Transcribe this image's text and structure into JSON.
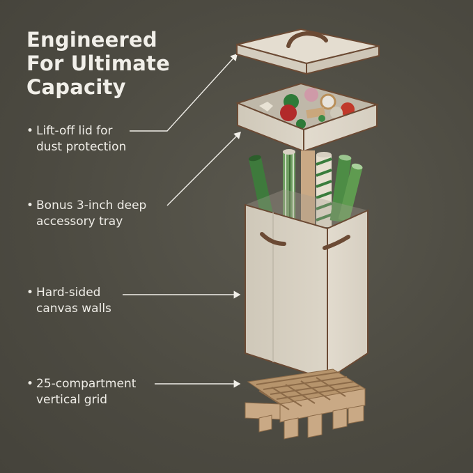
{
  "headline": {
    "line1": "Engineered",
    "line2": "For Ultimate",
    "line3": "Capacity"
  },
  "features": [
    {
      "line1": "Lift-off lid for",
      "line2": "dust protection"
    },
    {
      "line1": "Bonus 3-inch deep",
      "line2": "accessory tray"
    },
    {
      "line1": "Hard-sided",
      "line2": "canvas walls"
    },
    {
      "line1": "25-compartment",
      "line2": "vertical grid"
    }
  ],
  "bullet": "•",
  "colors": {
    "background": "#4e4c43",
    "canvas": "#ddd6c8",
    "trim": "#6b4a34",
    "text": "#f1efe9",
    "cardboard": "#c9a985",
    "wrap_green": "#3e7a3c"
  },
  "icons": [
    "arrow-icon",
    "handle-icon",
    "bow-icon"
  ]
}
